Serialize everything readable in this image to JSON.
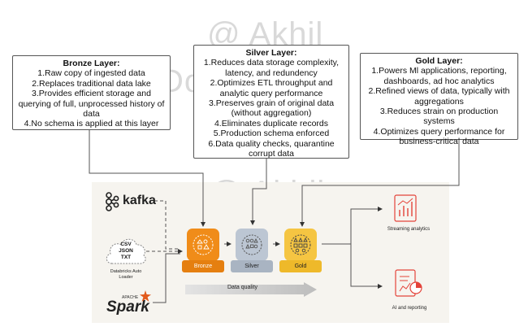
{
  "watermark": {
    "line1": "@ Akhil",
    "line2": "Don't Share"
  },
  "bronze_box": {
    "title": "Bronze Layer:",
    "items": [
      "1.Raw copy of ingested data",
      "2.Replaces traditional data lake",
      "3.Provides efficient storage and querying of full, unprocessed history of data",
      "4.No schema is applied at this layer"
    ]
  },
  "silver_box": {
    "title": "Silver Layer:",
    "items": [
      "1.Reduces data storage complexity, latency, and redundency",
      "2.Optimizes ETL throughput and analytic query performance",
      "3.Preserves grain of original data (without aggregation)",
      "4.Eliminates duplicate records",
      "5.Production schema enforced",
      "6.Data quality checks, quarantine corrupt data"
    ]
  },
  "gold_box": {
    "title": "Gold Layer:",
    "items": [
      "1.Powers Ml applications, reporting, dashboards, ad hoc analytics",
      "2.Refined views of data, typically with aggregations",
      "3.Reduces strain on production systems",
      "4.Optimizes query performance for business-critical data"
    ]
  },
  "sources": {
    "kafka": "kafka",
    "cloud_formats": [
      "CSV",
      "JSON",
      "TXT"
    ],
    "auto_loader_label": "Databricks Auto Loader",
    "spark_small": "APACHE",
    "spark": "Spark"
  },
  "layers": {
    "bronze": "Bronze",
    "silver": "Silver",
    "gold": "Gold"
  },
  "quality_arrow_label": "Data quality",
  "outputs": {
    "streaming": "Streaming analytics",
    "ai": "AI and reporting"
  },
  "colors": {
    "bronze": "#f08c19",
    "silver": "#bcc6d3",
    "gold": "#f5c542",
    "accent_red": "#e4433a",
    "panel": "#f6f4ef"
  }
}
